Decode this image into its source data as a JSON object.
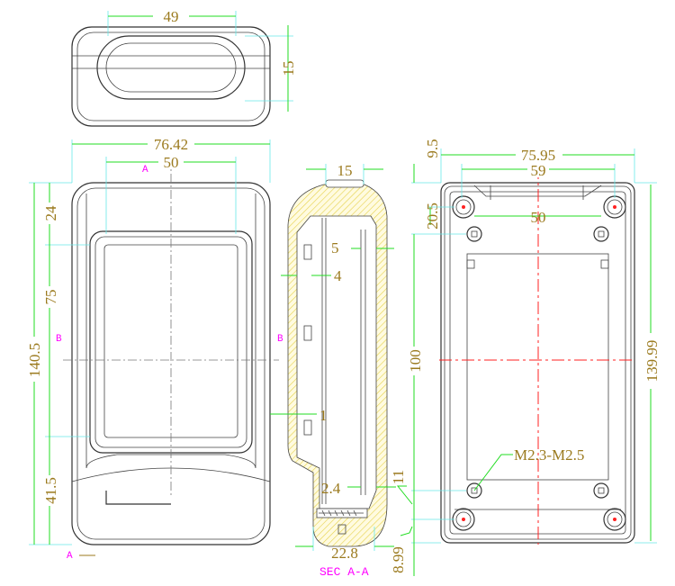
{
  "top_view": {
    "width_dim": "49",
    "height_dim": "15"
  },
  "front_view": {
    "overall_width": "76.42",
    "inner_width": "50",
    "overall_height": "140.5",
    "top_offset": "24",
    "middle_height": "75",
    "bottom_offset": "41.5",
    "section_marker_a": "A",
    "section_marker_b": "B"
  },
  "section_view": {
    "width_top": "15",
    "wall_5": "5",
    "wall_4": "4",
    "wall_1": "1",
    "wall_2_4": "2.4",
    "dim_11": "11",
    "bottom_width": "22.8",
    "dim_8_99": "8.99",
    "caption": "SEC A-A"
  },
  "back_view": {
    "overall_width": "75.95",
    "hole_span_outer": "59",
    "hole_span_inner": "50",
    "top_9_5": "9.5",
    "top_20_5": "20.5",
    "hole_pitch": "100",
    "overall_height": "139.99",
    "screw_note": "M2.3-M2.5"
  },
  "colors": {
    "dimension_text": "#9b7a1e",
    "dimension_line": "#22dd22",
    "centerline": "#ff2020",
    "section_label": "#ff00ff"
  }
}
